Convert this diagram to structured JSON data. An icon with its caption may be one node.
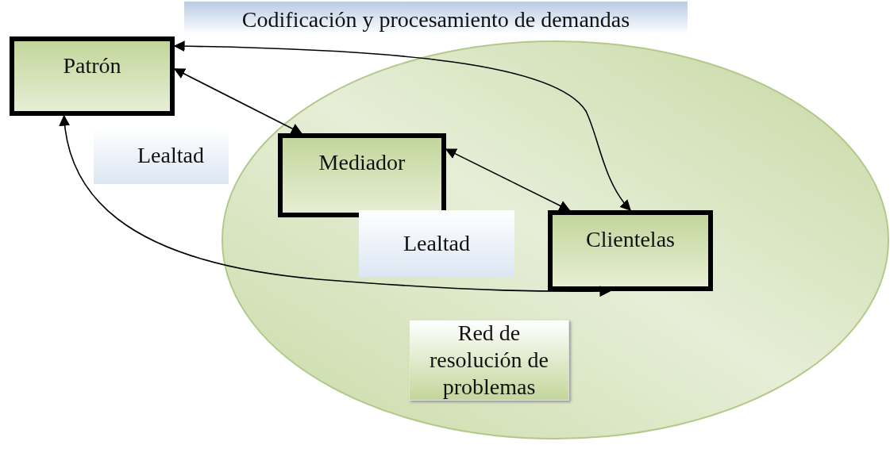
{
  "diagram": {
    "nodes": [
      {
        "text": [
          "Codificación y procesamiento de demandas"
        ]
      },
      {
        "text": [
          "Patrón"
        ]
      },
      {
        "text": [],
        "shape": "ellipse"
      },
      {
        "text": [
          "Lealtad"
        ]
      },
      {
        "text": [
          "Mediador"
        ],
        "in": 2
      },
      {
        "text": [
          "Lealtad"
        ],
        "in": 2
      },
      {
        "text": [
          "Clientelas"
        ],
        "in": 2
      },
      {
        "text": [
          "Red de resolución de problemas"
        ],
        "in": 2
      }
    ],
    "edges": [
      {
        "from": 1,
        "to": 4,
        "arrow": "both"
      },
      {
        "from": 4,
        "to": 6,
        "arrow": "both"
      },
      {
        "from": 6,
        "to": 1,
        "arrow": "both"
      },
      {
        "from": 1,
        "to": 6,
        "arrow": "both"
      }
    ]
  }
}
